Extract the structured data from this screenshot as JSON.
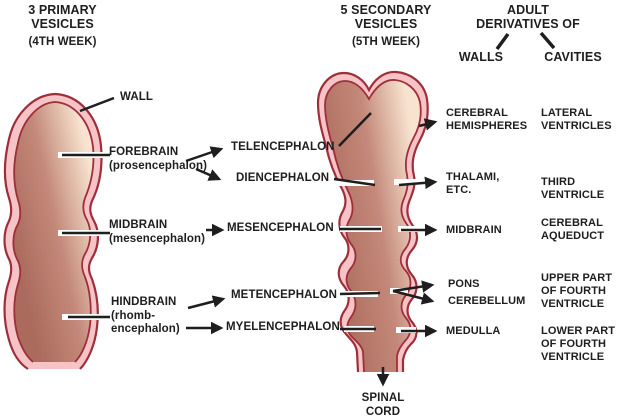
{
  "headers": {
    "primary": {
      "title": "3 PRIMARY\nVESICLES",
      "week": "(4TH WEEK)"
    },
    "secondary": {
      "title": "5 SECONDARY\nVESICLES",
      "week": "(5TH WEEK)"
    },
    "adult": {
      "title": "ADULT\nDERIVATIVES OF",
      "walls": "WALLS",
      "cavities": "CAVITIES"
    }
  },
  "primary_vesicles": {
    "wall_label": "WALL",
    "forebrain": "FOREBRAIN\n(prosencephalon)",
    "midbrain": "MIDBRAIN\n(mesencephalon)",
    "hindbrain": "HINDBRAIN\n(rhomb-\nencephalon)"
  },
  "secondary_vesicles": {
    "telencephalon": "TELENCEPHALON",
    "diencephalon": "DIENCEPHALON",
    "mesencephalon": "MESENCEPHALON",
    "metencephalon": "METENCEPHALON",
    "myelencephalon": "MYELENCEPHALON"
  },
  "adult_derivatives": {
    "rows": [
      {
        "wall": "CEREBRAL\nHEMISPHERES",
        "cavity": "LATERAL\nVENTRICLES"
      },
      {
        "wall": "THALAMI,\nETC.",
        "cavity": "THIRD\nVENTRICLE"
      },
      {
        "wall": "MIDBRAIN",
        "cavity": "CEREBRAL\nAQUEDUCT"
      },
      {
        "wall": "PONS",
        "wall_secondary": "CEREBELLUM",
        "cavity": "UPPER PART\nOF FOURTH\nVENTRICLE"
      },
      {
        "wall": "MEDULLA",
        "cavity": "LOWER PART\nOF FOURTH\nVENTRICLE"
      }
    ]
  },
  "spinal_cord_label": "SPINAL\nCORD",
  "colors": {
    "outline": "#9E2F3A",
    "wall_band": "#F6C3C6",
    "interior_dark": "#AA6A5C",
    "interior_mid": "#C4897A",
    "interior_light": "#F7E3CF",
    "text": "#1F1D1D"
  }
}
